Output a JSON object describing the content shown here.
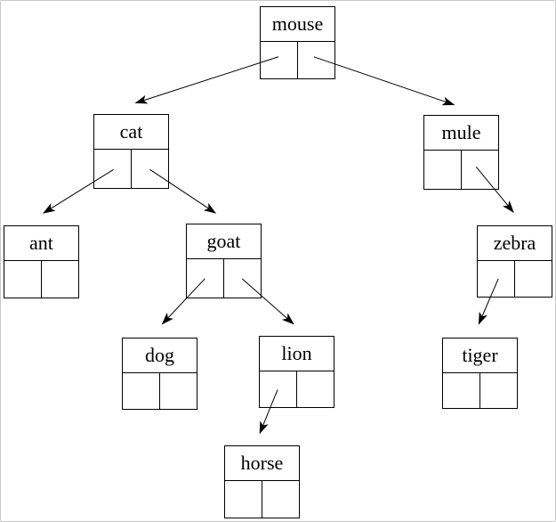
{
  "tree": {
    "root": "mouse",
    "nodes": [
      {
        "id": "mouse",
        "label": "mouse",
        "left": "cat",
        "right": "mule"
      },
      {
        "id": "cat",
        "label": "cat",
        "left": "ant",
        "right": "goat"
      },
      {
        "id": "mule",
        "label": "mule",
        "left": null,
        "right": "zebra"
      },
      {
        "id": "ant",
        "label": "ant",
        "left": null,
        "right": null
      },
      {
        "id": "goat",
        "label": "goat",
        "left": "dog",
        "right": "lion"
      },
      {
        "id": "zebra",
        "label": "zebra",
        "left": "tiger",
        "right": null
      },
      {
        "id": "dog",
        "label": "dog",
        "left": null,
        "right": null
      },
      {
        "id": "lion",
        "label": "lion",
        "left": "horse",
        "right": null
      },
      {
        "id": "tiger",
        "label": "tiger",
        "left": null,
        "right": null
      },
      {
        "id": "horse",
        "label": "horse",
        "left": null,
        "right": null
      }
    ],
    "edges": [
      {
        "from": "mouse",
        "side": "left",
        "to": "cat"
      },
      {
        "from": "mouse",
        "side": "right",
        "to": "mule"
      },
      {
        "from": "cat",
        "side": "left",
        "to": "ant"
      },
      {
        "from": "cat",
        "side": "right",
        "to": "goat"
      },
      {
        "from": "goat",
        "side": "left",
        "to": "dog"
      },
      {
        "from": "goat",
        "side": "right",
        "to": "lion"
      },
      {
        "from": "mule",
        "side": "right",
        "to": "zebra"
      },
      {
        "from": "zebra",
        "side": "left",
        "to": "tiger"
      },
      {
        "from": "lion",
        "side": "left",
        "to": "horse"
      }
    ]
  },
  "colors": {
    "background": "#ffffff",
    "node_border": "#000000",
    "edge_line": "#000000",
    "text": "#000000",
    "frame_border": "#c9c9c9"
  }
}
